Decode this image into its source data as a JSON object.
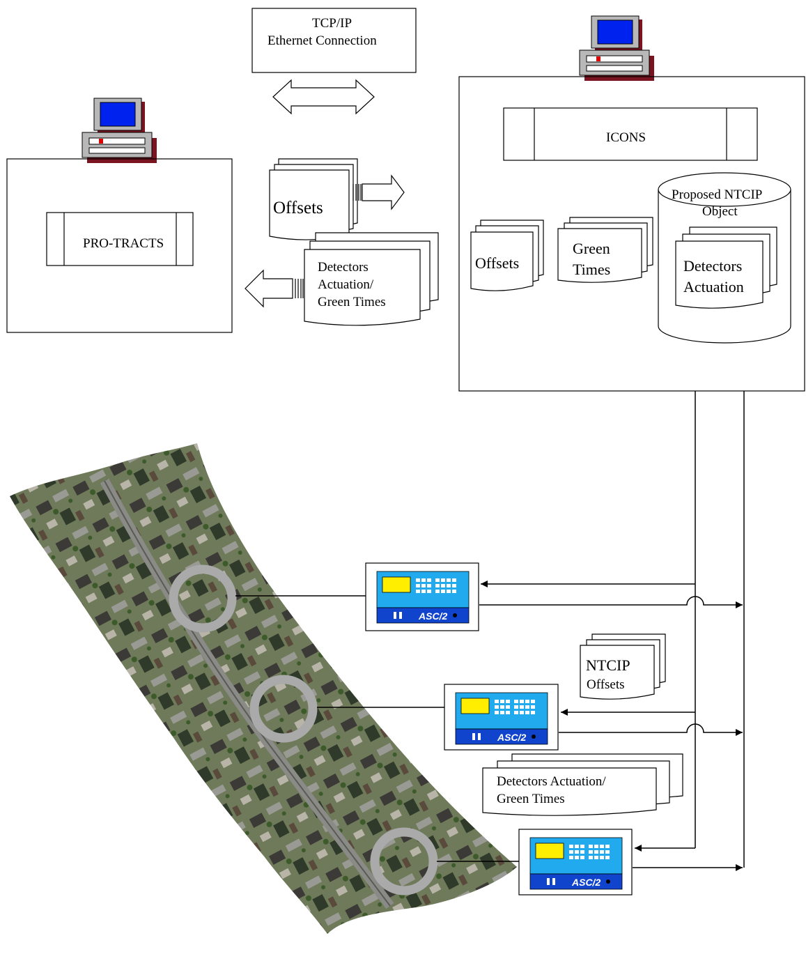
{
  "network": {
    "line1": "TCP/IP",
    "line2": "Ethernet Connection"
  },
  "pro_tracts_station": {
    "program_label": "PRO-TRACTS"
  },
  "icons_station": {
    "program_label": "ICONS",
    "offsets_label": "Offsets",
    "green_times_line1": "Green",
    "green_times_line2": "Times",
    "database_line1": "Proposed NTCIP",
    "database_line2": "Object",
    "detectors_line1": "Detectors",
    "detectors_line2": "Actuation"
  },
  "transfer": {
    "offsets_label": "Offsets",
    "detectors_line1": "Detectors",
    "detectors_line2": "Actuation/",
    "detectors_line3": "Green Times"
  },
  "field_docs": {
    "ntcip_line1": "NTCIP",
    "ntcip_line2": "Offsets",
    "detectors_line1": "Detectors Actuation/",
    "detectors_line2": "Green Times"
  },
  "controller": {
    "brand_label": "ASC/2"
  },
  "colors": {
    "monitor_screen": "#0022ee",
    "computer_case": "#b8b8b8",
    "computer_shadow": "#7a1420",
    "controller_body": "#22aaee",
    "controller_display": "#ffee00",
    "controller_panel": "#1144cc",
    "intersection_ring": "#aaaaaa"
  }
}
